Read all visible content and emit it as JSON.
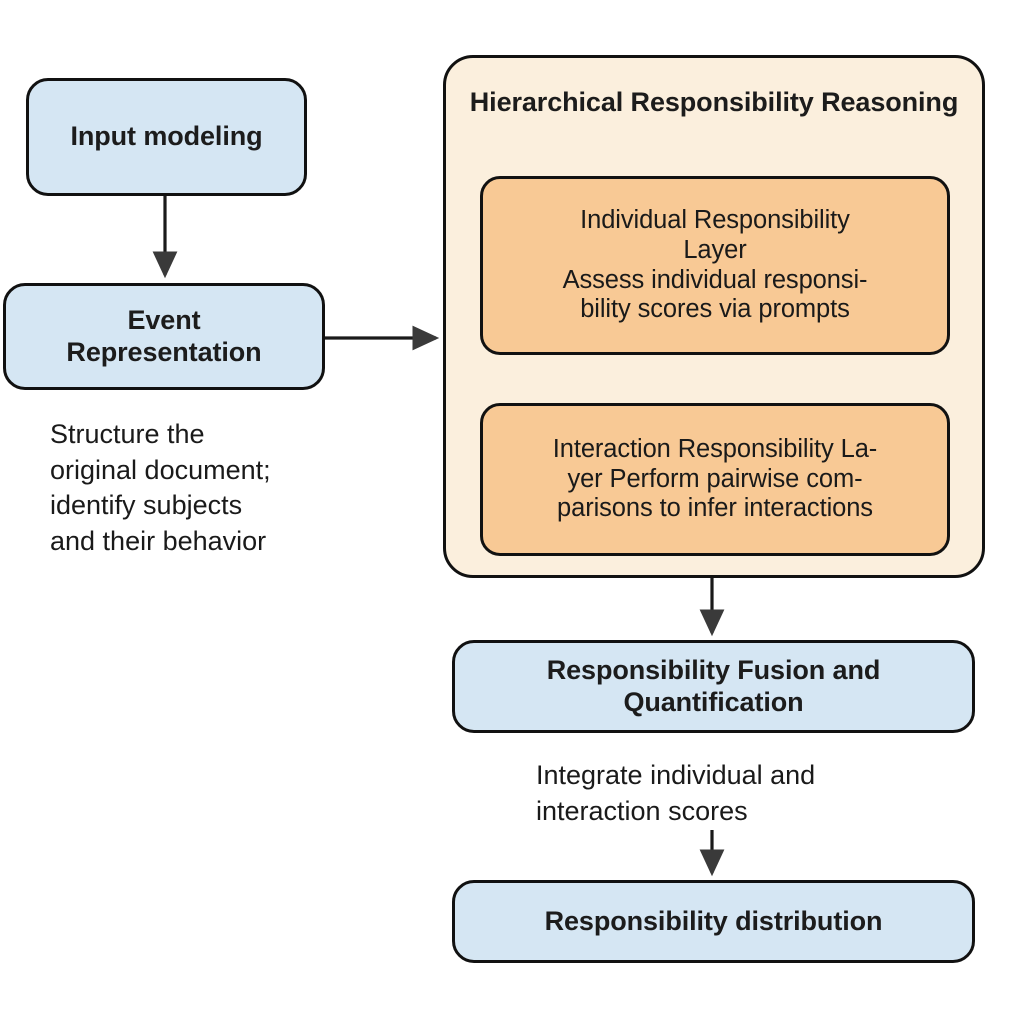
{
  "diagram": {
    "title": "Hierarchical Responsibility Reasoning pipeline",
    "colors": {
      "blue_fill": "#d5e6f3",
      "panel_fill": "#fbefdd",
      "orange_fill": "#f8c995",
      "stroke": "#111111",
      "background": "#ffffff",
      "text": "#1a1a1a"
    },
    "nodes": {
      "input_modeling": {
        "label": "Input modeling"
      },
      "event_representation": {
        "label": "Event\nRepresentation"
      },
      "event_caption": {
        "text": "Structure the\noriginal document;\nidentify subjects\nand their behavior"
      },
      "hierarchical_panel": {
        "title": "Hierarchical Responsibility\nReasoning",
        "individual_layer": {
          "label": "Individual Responsibility\nLayer\nAssess individual responsi-\nbility scores via prompts"
        },
        "interaction_layer": {
          "label": "Interaction Responsibility La-\nyer Perform pairwise com-\nparisons to infer interactions"
        }
      },
      "fusion": {
        "label": "Responsibility Fusion and\nQuantification"
      },
      "fusion_caption": {
        "text": "Integrate individual and\ninteraction scores"
      },
      "distribution": {
        "label": "Responsibility distribution"
      }
    },
    "arrows": [
      {
        "id": "input-to-event",
        "from": "input_modeling",
        "to": "event_representation",
        "direction": "down"
      },
      {
        "id": "event-to-panel",
        "from": "event_representation",
        "to": "hierarchical_panel",
        "direction": "right"
      },
      {
        "id": "individual-to-interaction",
        "from": "individual_layer",
        "to": "interaction_layer",
        "direction": "down"
      },
      {
        "id": "panel-to-fusion",
        "from": "hierarchical_panel",
        "to": "fusion",
        "direction": "down"
      },
      {
        "id": "fusion-to-distribution",
        "from": "fusion",
        "to": "distribution",
        "direction": "down"
      }
    ]
  }
}
